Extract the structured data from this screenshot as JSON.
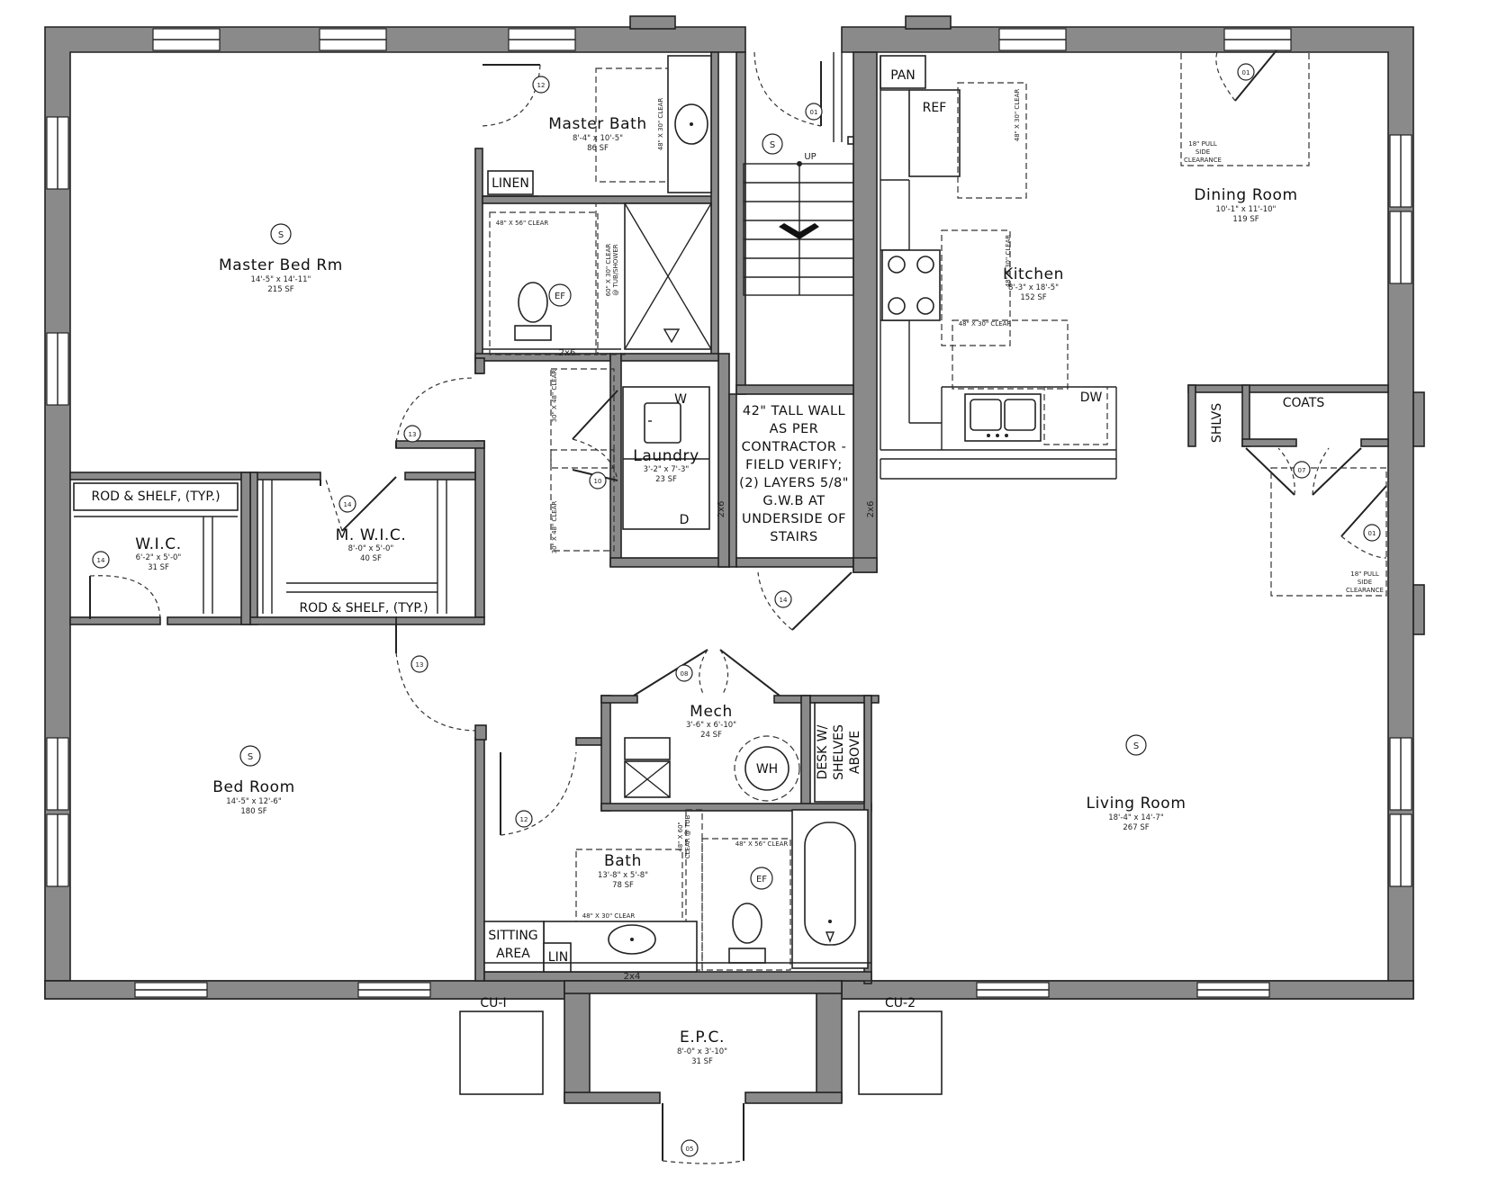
{
  "rooms": {
    "master_bed": {
      "name": "Master Bed Rm",
      "dims": "14'-5\" x 14'-11\"",
      "area": "215 SF"
    },
    "master_bath": {
      "name": "Master Bath",
      "dims": "8'-4\" x 10'-5\"",
      "area": "86 SF"
    },
    "wic": {
      "name": "W.I.C.",
      "dims": "6'-2\" x 5'-0\"",
      "area": "31 SF"
    },
    "mwic": {
      "name": "M. W.I.C.",
      "dims": "8'-0\" x 5'-0\"",
      "area": "40 SF"
    },
    "laundry": {
      "name": "Laundry",
      "dims": "3'-2\" x 7'-3\"",
      "area": "23 SF"
    },
    "kitchen": {
      "name": "Kitchen",
      "dims": "8'-3\" x 18'-5\"",
      "area": "152 SF"
    },
    "dining": {
      "name": "Dining Room",
      "dims": "10'-1\" x 11'-10\"",
      "area": "119 SF"
    },
    "bed": {
      "name": "Bed Room",
      "dims": "14'-5\" x 12'-6\"",
      "area": "180 SF"
    },
    "mech": {
      "name": "Mech",
      "dims": "3'-6\" x 6'-10\"",
      "area": "24 SF"
    },
    "bath": {
      "name": "Bath",
      "dims": "13'-8\" x 5'-8\"",
      "area": "78 SF"
    },
    "living": {
      "name": "Living Room",
      "dims": "18'-4\" x 14'-7\"",
      "area": "267 SF"
    },
    "epc": {
      "name": "E.P.C.",
      "dims": "8'-0\" x 3'-10\"",
      "area": "31 SF"
    }
  },
  "labels": {
    "linen": "LINEN",
    "pan": "PAN",
    "ref": "REF",
    "dw": "DW",
    "shlvs": "SHLVS",
    "coats": "COATS",
    "rod_shelf_1": "ROD & SHELF, (TYP.)",
    "rod_shelf_2": "ROD & SHELF, (TYP.)",
    "up": "UP",
    "wh": "WH",
    "ef": "EF",
    "w": "W",
    "d": "D",
    "lin": "LIN",
    "sitting": "SITTING",
    "area_word": "AREA",
    "desk1": "DESK W/",
    "desk2": "SHELVES",
    "desk3": "ABOVE",
    "cu1": "CU-I",
    "cu2": "CU-2",
    "smoke": "S",
    "stud_2x6": "2x6",
    "stud_2x4": "2x4"
  },
  "note_lines": [
    "42\" TALL WALL",
    "AS PER",
    "CONTRACTOR -",
    "FIELD VERIFY;",
    "(2) LAYERS 5/8\"",
    "G.W.B AT",
    "UNDERSIDE OF",
    "STAIRS"
  ],
  "clearances": {
    "c48x56": "48\" X 56\" CLEAR",
    "c48x30": "48\" X 30\" CLEAR",
    "c30x48": "30\" X 48\" CLEAR",
    "c60x30": "60\" X 30\" CLEAR",
    "tubshower": "@ TUB/SHOWER",
    "c48x60": "48\" X 60\"",
    "clear_tub": "CLEAR @ TUB",
    "pull1": "18\" PULL",
    "pull2": "SIDE",
    "pull3": "CLEARANCE"
  },
  "door_tags": [
    "01",
    "05",
    "07",
    "08",
    "10",
    "12",
    "13",
    "14"
  ]
}
